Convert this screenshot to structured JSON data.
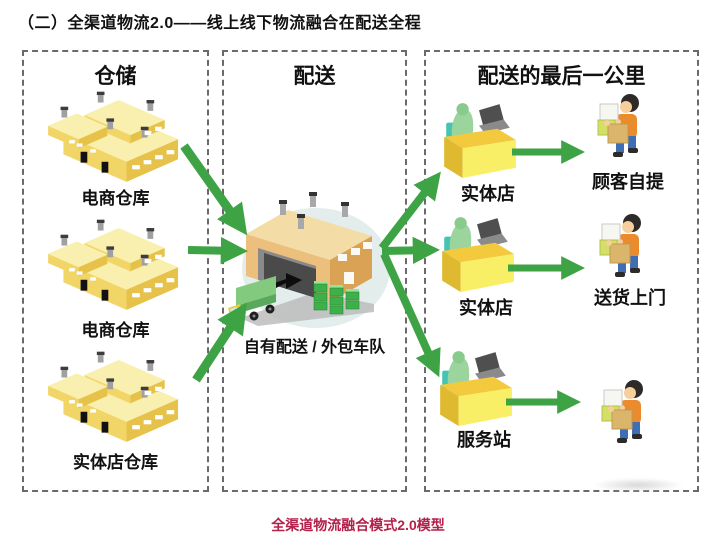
{
  "title": "（二）全渠道物流2.0——线上线下物流融合在配送全程",
  "caption": "全渠道物流融合模式2.0模型",
  "panels": {
    "warehouse": {
      "header": "仓储",
      "items": [
        {
          "label": "电商仓库"
        },
        {
          "label": "电商仓库"
        },
        {
          "label": "实体店仓库"
        }
      ]
    },
    "distribution": {
      "header": "配送",
      "fleet_label": "自有配送 / 外包车队"
    },
    "last_mile": {
      "header": "配送的最后一公里",
      "rows": [
        {
          "store": "实体店",
          "dest": "顾客自提"
        },
        {
          "store": "实体店",
          "dest": "送货上门"
        },
        {
          "store": "服务站",
          "dest": ""
        }
      ]
    }
  },
  "icons": {
    "warehouse_building": "warehouse-building-icon",
    "distribution_center": "distribution-center-truck-icon",
    "store_counter": "store-counter-clerk-icon",
    "customer_carrying_boxes": "customer-carrying-boxes-icon",
    "flow_arrow": "green-flow-arrow"
  },
  "colors": {
    "arrow_green": "#3da344",
    "caption_red": "#b4204a",
    "warehouse_yellow": "#f2d463",
    "distribution_tan": "#ecbf7d",
    "panel_border_gray": "#6a6a6a",
    "ellipse_bg": "#e3edec"
  }
}
